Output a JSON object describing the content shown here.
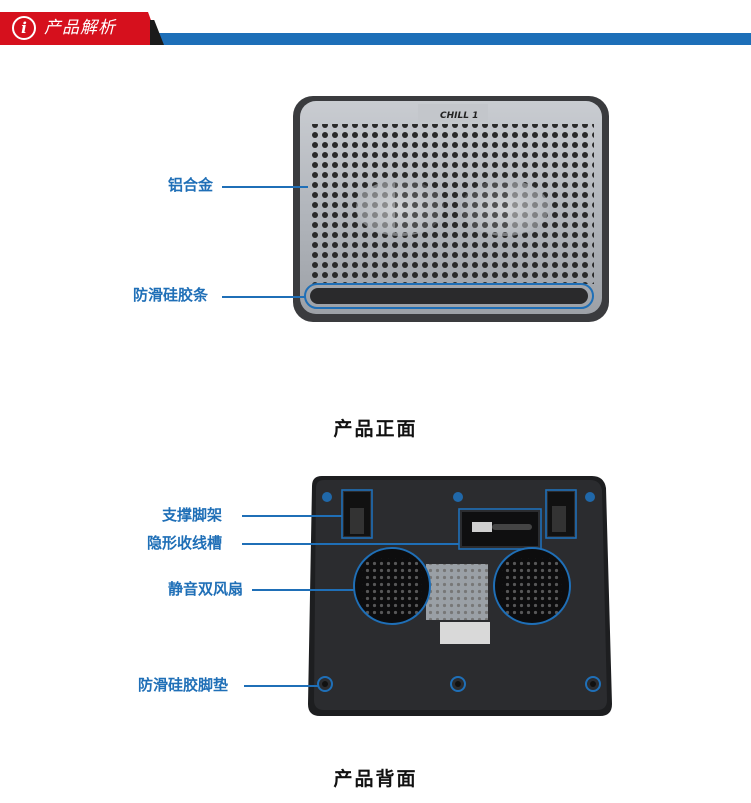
{
  "header": {
    "icon_glyph": "i",
    "title": "产品解析"
  },
  "front": {
    "logo": "CHILL 1",
    "labels": {
      "alloy": "铝合金",
      "strip": "防滑硅胶条"
    },
    "caption": "产品正面"
  },
  "back": {
    "labels": {
      "stand": "支撑脚架",
      "cable_slot": "隐形收线槽",
      "fans": "静音双风扇",
      "feet": "防滑硅胶脚垫"
    },
    "caption": "产品背面"
  },
  "colors": {
    "header_red": "#d6101d",
    "header_blue": "#1d6fb8",
    "label_blue": "#1f6fb7"
  }
}
